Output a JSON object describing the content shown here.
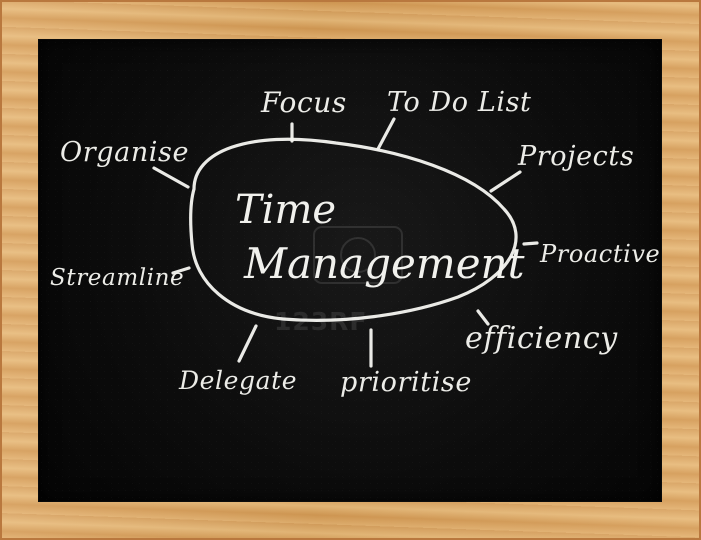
{
  "board": {
    "title_line_1": "Time",
    "title_line_2": "Management",
    "labels": {
      "focus": "Focus",
      "todo": "To Do List",
      "organise": "Organise",
      "projects": "Projects",
      "proactive": "Proactive",
      "streamline": "Streamline",
      "efficiency": "efficiency",
      "delegate": "Delegate",
      "prioritise": "prioritise"
    },
    "watermark": "123RF"
  }
}
